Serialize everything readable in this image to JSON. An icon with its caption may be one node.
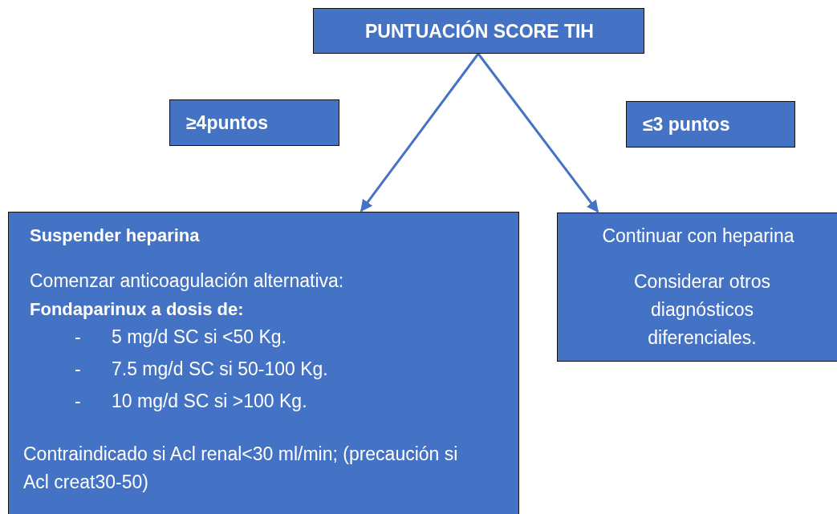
{
  "diagram": {
    "nodes": [
      {
        "text": [
          "PUNTUACIÓN SCORE TIH"
        ]
      },
      {
        "text": [
          "≥4puntos"
        ]
      },
      {
        "text": [
          "≤3 puntos"
        ]
      },
      {
        "text": [
          "Suspender heparina",
          "Comenzar anticoagulación alternativa:",
          "Fondaparinux a dosis de:",
          "-",
          "5 mg/d SC si <50 Kg.",
          "-",
          "7.5 mg/d SC si 50-100 Kg.",
          "-",
          "10 mg/d SC si >100 Kg.",
          "Contraindicado si Acl renal<30 ml/min; (precaución si Acl creat30-50)"
        ]
      },
      {
        "text": [
          "Continuar con heparina",
          "Considerar otros diagnósticos diferenciales."
        ]
      }
    ],
    "edges": [
      {
        "from": 0,
        "to": 3,
        "arrow": "to"
      },
      {
        "from": 0,
        "to": 4,
        "arrow": "to"
      }
    ]
  }
}
